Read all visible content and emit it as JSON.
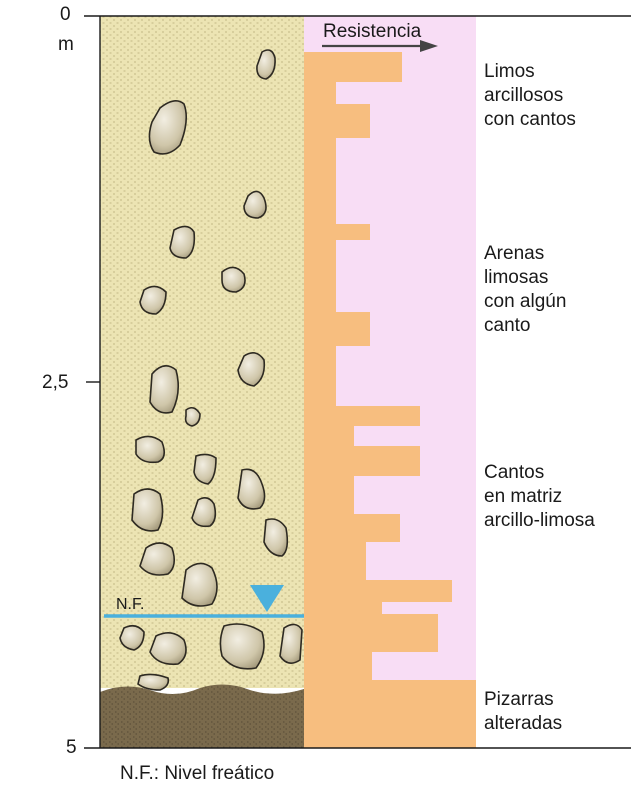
{
  "axis": {
    "ticks": [
      {
        "value": 0,
        "label": "0"
      },
      {
        "value": 2.5,
        "label": "2,5"
      },
      {
        "value": 5,
        "label": "5"
      }
    ],
    "unit": "m",
    "min": 0,
    "max": 5
  },
  "resistance_label": "Resistencia",
  "water_table": {
    "label": "N.F.",
    "depth": 4.0
  },
  "footnote": "N.F.: Nivel freático",
  "layers": [
    {
      "name": "Limos\narcillosos\ncon cantos"
    },
    {
      "name": "Arenas\nlimosas\ncon algún\ncanto"
    },
    {
      "name": "Cantos\nen matriz\narcillo-limosa"
    },
    {
      "name": "Pizarras\nalteradas"
    }
  ],
  "colors": {
    "soil": "#ece4b3",
    "bedrock": "#7a6a4c",
    "resistance_bar": "#f7be7f",
    "resistance_bg": "#f8ddf5",
    "water_line": "#4ab0dd",
    "pebble": "#d8cfb5"
  }
}
